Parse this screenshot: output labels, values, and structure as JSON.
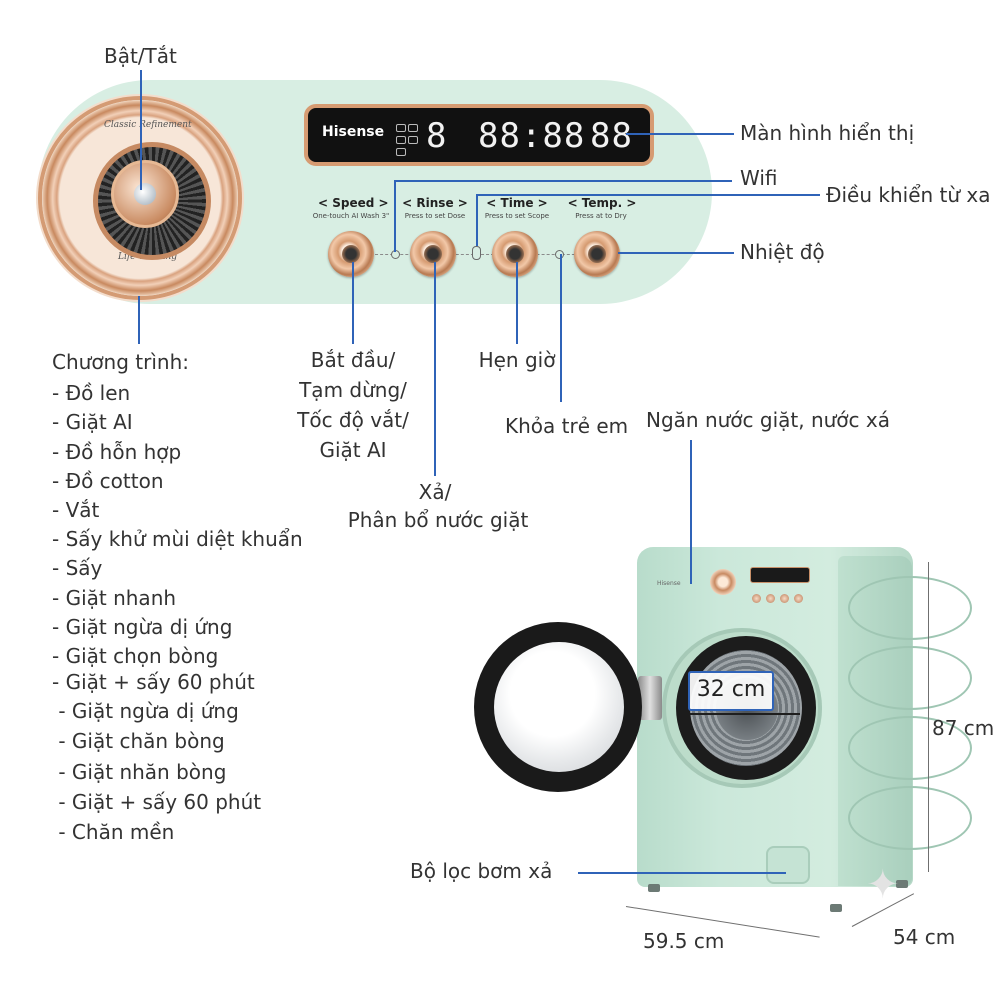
{
  "panel": {
    "brand": "Hisense",
    "display_digits": {
      "left": "8",
      "middle": "88:88",
      "right": "88"
    },
    "dial_script_top": "Classic Refinement",
    "dial_script_bottom": "Life Washing",
    "buttons": [
      {
        "label": "< Speed >",
        "sub": "One-touch AI Wash 3\""
      },
      {
        "label": "< Rinse >",
        "sub": "Press to set Dose"
      },
      {
        "label": "< Time >",
        "sub": "Press to set Scope"
      },
      {
        "label": "< Temp. >",
        "sub": "Press at to Dry"
      }
    ]
  },
  "labels": {
    "power": "Bật/Tắt",
    "display": "Màn hình hiển thị",
    "wifi": "Wifi",
    "remote": "Điều khiển từ xa",
    "temperature": "Nhiệt độ",
    "start_pause": [
      "Bắt đầu/",
      "Tạm dừng/",
      "Tốc độ vắt/",
      "Giặt AI"
    ],
    "timer": "Hẹn giờ",
    "child_lock": "Khỏa trẻ em",
    "rinse": [
      "Xả/",
      "Phân bổ nước giặt"
    ],
    "detergent": "Ngăn nước giặt, nước xá",
    "filter": "Bộ lọc bơm xả"
  },
  "programs": {
    "title": "Chương trình:",
    "items": [
      "- Đồ len",
      "- Giặt AI",
      "- Đồ hỗn hợp",
      "- Đồ cotton",
      "- Vắt",
      "- Sấy khử mùi diệt khuẩn",
      "- Sấy",
      "- Giặt nhanh",
      "- Giặt ngừa dị ứng",
      "- Giặt chọn bòng",
      "- Giặt + sấy 60 phút",
      " - Giặt ngừa dị ứng",
      " - Giặt chăn bòng",
      " - Giặt nhăn bòng",
      " - Giặt + sấy 60 phút",
      " - Chăn mền"
    ]
  },
  "dimensions": {
    "drum": "32 cm",
    "height": "87 cm",
    "width": "59.5 cm",
    "depth": "54 cm"
  },
  "colors": {
    "panel_mint": "#d8eee3",
    "rose_gold": "#d69b72",
    "callout_blue": "#2f63b8"
  }
}
